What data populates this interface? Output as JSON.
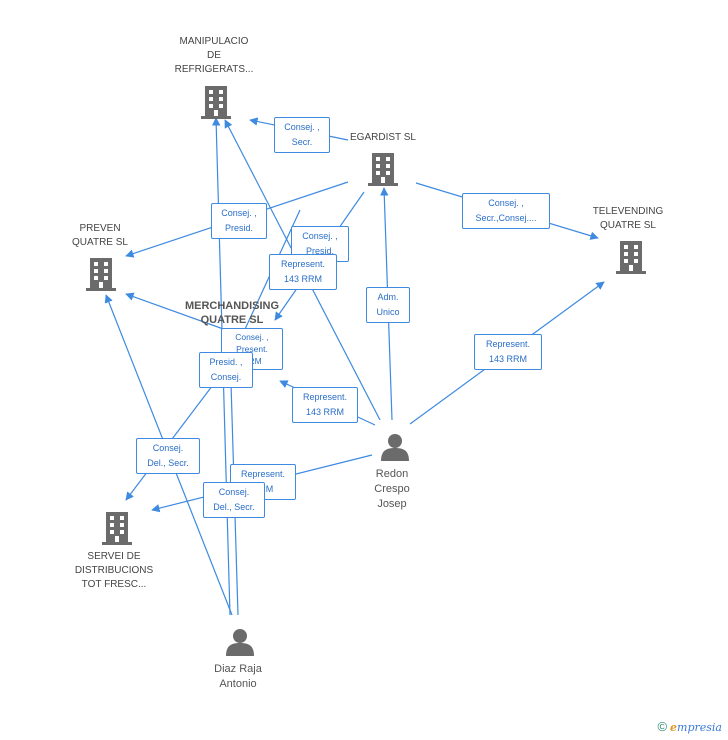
{
  "companies": {
    "manipulacio": "MANIPULACIO\nDE\nREFRIGERATS...",
    "egardist": "EGARDIST SL",
    "preven": "PREVEN\nQUATRE SL",
    "televending": "TELEVENDING\nQUATRE SL",
    "merchandising": "MERCHANDISING\nQUATRE SL",
    "servei": "SERVEI DE\nDISTRIBUCIONS\nTOT FRESC..."
  },
  "persons": {
    "redon": "Redon\nCrespo\nJosep",
    "diaz": "Diaz Raja\nAntonio"
  },
  "edge_labels": {
    "e1": "Consej. ,\nSecr.",
    "e2": "Consej. ,\nSecr.,Consej....",
    "e3": "Consej. ,\nPresid.",
    "e4": "Consej. ,\nPresid.",
    "e5": "Represent.\n143 RRM",
    "e6": "Adm.\nUnico",
    "e7": "Consej. ,\nPresent.\nRRM",
    "e8": "Presid. ,\nConsej.",
    "e9": "Represent.\n143 RRM",
    "e10": "Represent.\n143 RRM",
    "e11": "Consej.\nDel., Secr.",
    "e12": "Represent.\nRRM",
    "e13": "Consej.\nDel., Secr."
  },
  "colors": {
    "edge": "#3d8ae0",
    "icon": "#6b6b6b"
  },
  "footer": {
    "copyright": "©",
    "brand_e": "e",
    "brand_rest": "mpresia"
  }
}
